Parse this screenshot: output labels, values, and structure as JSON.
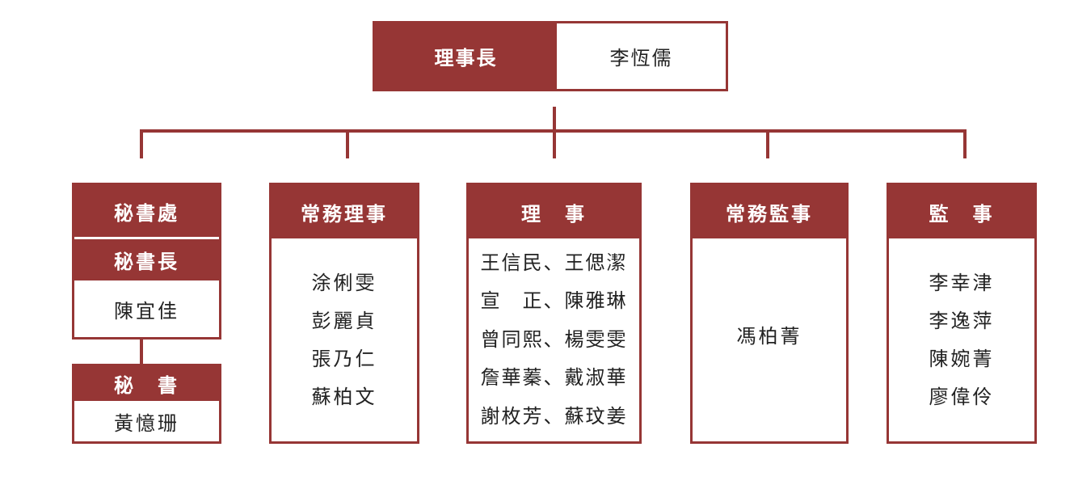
{
  "chairman": {
    "role": "理事長",
    "name": "李恆儒"
  },
  "secretariat": {
    "title": "秘書處",
    "secretary_general": {
      "role": "秘書長",
      "name": "陳宜佳"
    },
    "secretary": {
      "role": "秘　書",
      "name": "黃憶珊"
    }
  },
  "executive_directors": {
    "title": "常務理事",
    "members": [
      "涂俐雯",
      "彭麗貞",
      "張乃仁",
      "蘇柏文"
    ]
  },
  "directors": {
    "title": "理　事",
    "members": [
      "王信民、王偲潔",
      "宣　正、陳雅琳",
      "曾同熙、楊雯雯",
      "詹華蓁、戴淑華",
      "謝枚芳、蘇玟姜"
    ]
  },
  "executive_supervisor": {
    "title": "常務監事",
    "members": [
      "馮柏菁"
    ]
  },
  "supervisors": {
    "title": "監　事",
    "members": [
      "李幸津",
      "李逸萍",
      "陳婉菁",
      "廖偉伶"
    ]
  },
  "colors": {
    "accent": "#963635",
    "text": "#222222",
    "background": "#ffffff"
  }
}
